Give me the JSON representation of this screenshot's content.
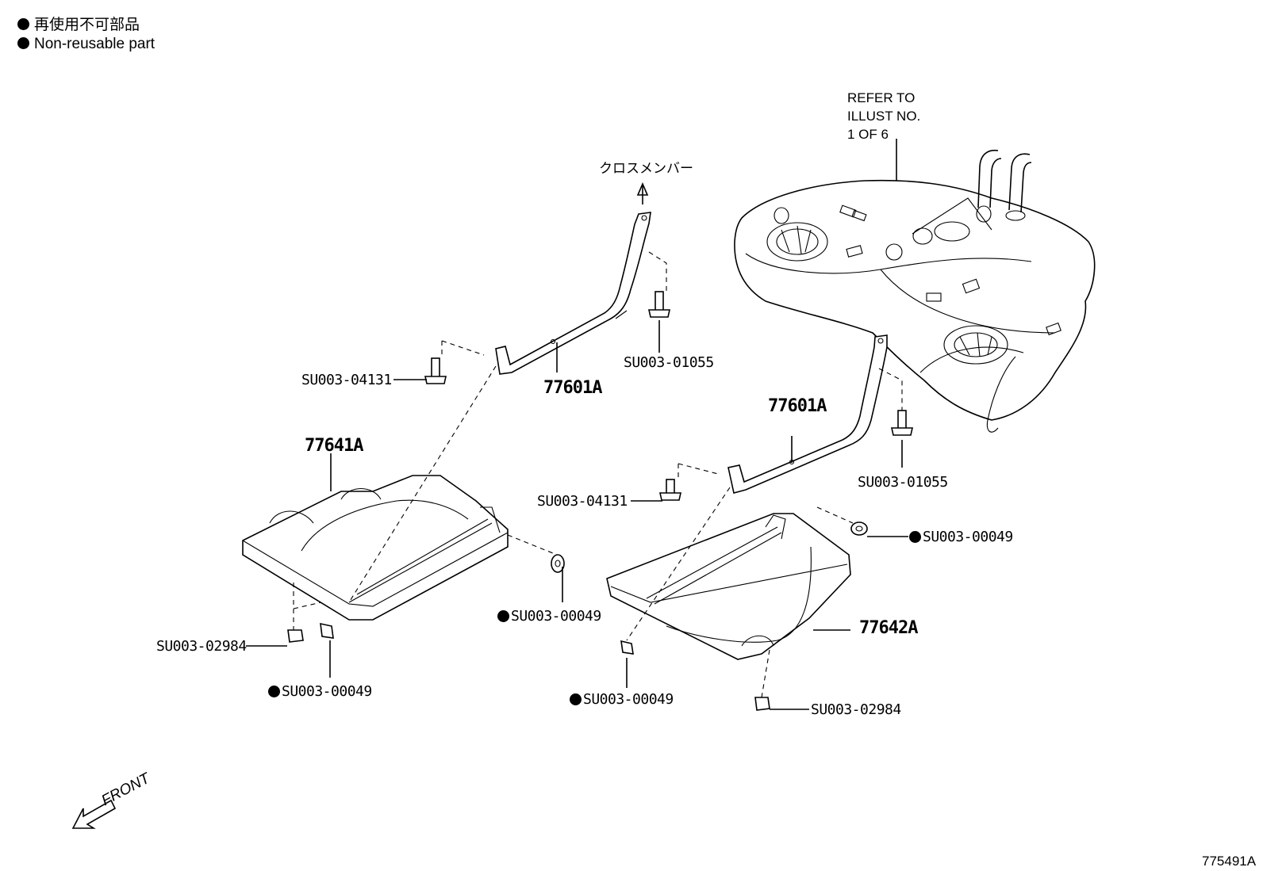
{
  "legend": {
    "line1": "再使用不可部品",
    "line2": "Non-reusable part"
  },
  "notes": {
    "refer_to": "REFER TO\nILLUST NO.\n1 OF 6",
    "crossmember": "クロスメンバー",
    "front": "FRONT",
    "illustration_id": "775491A"
  },
  "parts": {
    "strap_left": "77601A",
    "strap_right": "77601A",
    "protector_left": "77641A",
    "protector_right": "77642A"
  },
  "fasteners": {
    "bolt_left_strap": "SU003-04131",
    "bolt_left_top": "SU003-01055",
    "bolt_right_strap": "SU003-04131",
    "bolt_right_top": "SU003-01055",
    "nut_left_side": "SU003-00049",
    "clip_left_bottom": "SU003-02984",
    "nut_left_bottom": "SU003-00049",
    "nut_right_side": "SU003-00049",
    "nut_right_bottom": "SU003-00049",
    "clip_right_bottom": "SU003-02984"
  }
}
